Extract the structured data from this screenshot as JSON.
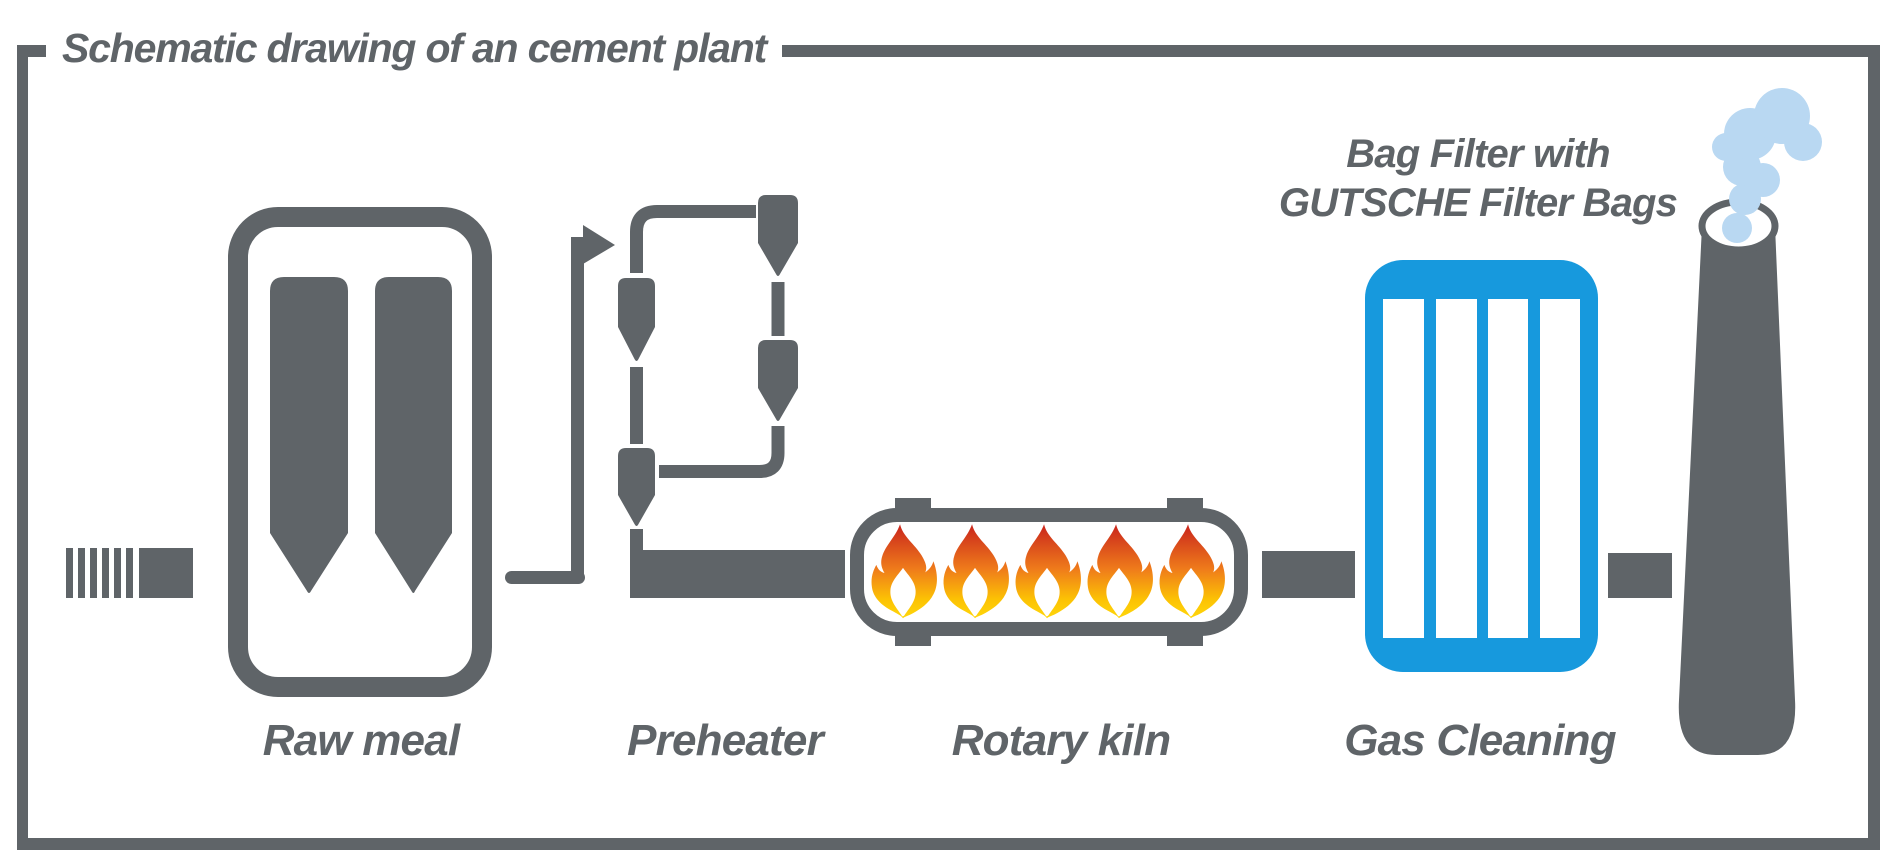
{
  "title": "Schematic drawing of an cement plant",
  "components": {
    "raw_meal": {
      "label": "Raw meal"
    },
    "preheater": {
      "label": "Preheater"
    },
    "rotary_kiln": {
      "label": "Rotary kiln"
    },
    "gas_cleaning": {
      "label": "Gas Cleaning",
      "annotation_line1": "Bag Filter with",
      "annotation_line2": "GUTSCHE Filter Bags"
    }
  },
  "flow_order": [
    "raw_meal",
    "preheater",
    "rotary_kiln",
    "gas_cleaning",
    "stack"
  ],
  "colors": {
    "background": "#ffffff",
    "gray": "#5f6468",
    "blue": "#1799dd",
    "smoke": "#b9d8f2",
    "flame_red": "#c9241c",
    "flame_orange": "#ef7c1b",
    "flame_gold": "#fcc204",
    "flame_yellow": "#ffd60a"
  }
}
